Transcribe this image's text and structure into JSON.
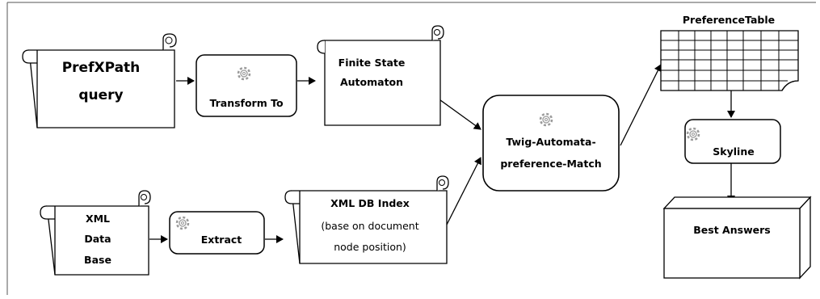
{
  "nodes": {
    "prefxpath": {
      "lines": [
        "PrefXPath",
        "query"
      ]
    },
    "transform": {
      "label": "Transform To"
    },
    "fsa": {
      "lines": [
        "Finite State",
        "Automaton"
      ]
    },
    "twig": {
      "lines": [
        "Twig-Automata-",
        "preference-Match"
      ]
    },
    "xmldb": {
      "lines": [
        "XML",
        "Data",
        "Base"
      ]
    },
    "extract": {
      "label": "Extract"
    },
    "xmlindex": {
      "title": "XML DB Index",
      "lines": [
        "(base on document",
        "node position)"
      ]
    },
    "preftable": {
      "title": "PreferenceTable"
    },
    "skyline": {
      "label": "Skyline"
    },
    "best": {
      "label": "Best Answers"
    }
  },
  "icons": {
    "process": "gear-icon",
    "document": "scroll-icon",
    "table": "table-icon",
    "store": "box-icon"
  },
  "colors": {
    "stroke": "#000000",
    "fill": "#ffffff",
    "gear": "#9a9a9a"
  }
}
